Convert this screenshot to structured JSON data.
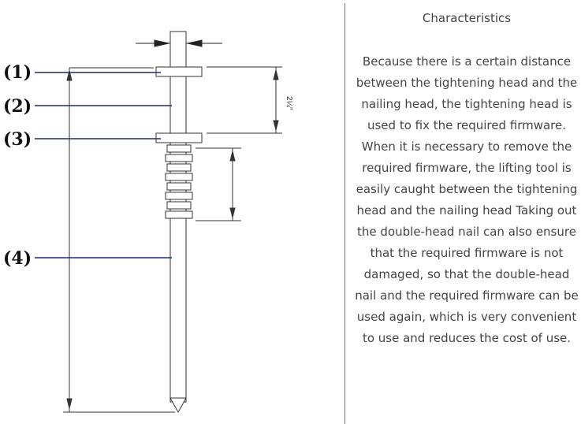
{
  "diagram": {
    "callouts": [
      "(1)",
      "(2)",
      "(3)",
      "(4)"
    ],
    "dimension_label": "2¼″"
  },
  "panel": {
    "title": "Characteristics",
    "body": "Because there is a certain distance between the tightening head and the nailing head, the tightening head is used to fix the required firmware. When it is necessary to remove the required firmware, the lifting tool is easily caught between the tightening head and the nailing head Taking out the double-head nail can also ensure that the required firmware is not damaged, so that the double-head nail and the required firmware can be used again, which is very convenient to use and reduces the cost of use."
  }
}
